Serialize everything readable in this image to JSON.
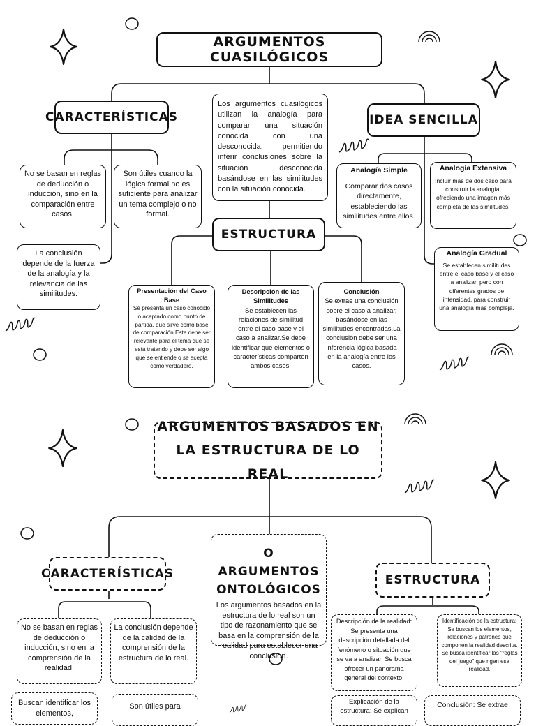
{
  "section1": {
    "title": "ARGUMENTOS CUASILÓGICOS",
    "caracteristicas": {
      "title": "CARACTERÍSTICAS",
      "items": [
        "No se basan en reglas de deducción o inducción, sino en la comparación entre casos.",
        "Son útiles cuando la lógica formal no es suficiente para analizar un tema complejo o no formal.",
        "La conclusión depende de la fuerza de la analogía y la relevancia de las similitudes."
      ]
    },
    "definition": "Los argumentos cuasilógicos utilizan la analogía para comparar una situación conocida con una desconocida, permitiendo inferir conclusiones sobre la situación desconocida basándose en las similitudes con la situación conocida.",
    "idea": {
      "title": "IDEA SENCILLA",
      "items": [
        {
          "heading": "Analogía Simple",
          "text": "Comparar dos casos directamente, estableciendo las similitudes entre ellos."
        },
        {
          "heading": "Analogía Extensiva",
          "text": "Incluir más de dos caso para construir la analogía, ofreciendo una imagen más completa de las similitudes."
        },
        {
          "heading": "Analogía Gradual",
          "text": "Se establecen similitudes entre el caso base y el caso a analizar, pero con diferentes grados de intensidad, para construir una analogía más compleja."
        }
      ]
    },
    "estructura": {
      "title": "ESTRUCTURA",
      "items": [
        {
          "heading": "Presentación del Caso Base",
          "text": "Se presenta un caso conocido o aceptado como punto de partida, que sirve como base de comparación.Este debe ser relevante para el tema que se está tratando y debe ser algo que se entiende o se acepta como verdadero."
        },
        {
          "heading": "Descripción de las Similitudes",
          "text": "Se establecen las relaciones de similitud entre el caso base y el caso a analizar.Se debe identificar qué elementos o características comparten ambos casos."
        },
        {
          "heading": "Conclusión",
          "text": "Se extrae una conclusión sobre el caso a analizar, basándose en las similitudes encontradas.La conclusión debe ser una inferencia lógica basada en la analogía entre los casos."
        }
      ]
    }
  },
  "section2": {
    "title_line1": "ARGUMENTOS BASADOS EN",
    "title_line2": "LA ESTRUCTURA DE LO REAL",
    "caracteristicas": {
      "title": "CARACTERÍSTICAS",
      "items": [
        "No se basan en reglas de deducción o inducción, sino en la comprensión de la realidad.",
        "La conclusión depende de la calidad de la comprensión de la estructura de lo real.",
        "Buscan identificar los elementos,",
        "Son útiles para"
      ]
    },
    "ontologicos": {
      "title_line1": "O ARGUMENTOS",
      "title_line2": "ONTOLÓGICOS",
      "text": "Los argumentos basados en la estructura de lo real son un tipo de razonamiento que se basa en la comprensión de la realidad para establecer una conclusión."
    },
    "estructura": {
      "title": "ESTRUCTURA",
      "items": [
        "Descripción de la realidad: Se presenta una descripción detallada del fenómeno o situación que se va a analizar. Se busca ofrecer un panorama general del contexto.",
        "Identificación de la estructura: Se buscan los elementos, relaciones y patrones que componen la realidad descrita. Se busca identificar las \"reglas del juego\" que rigen esa realidad.",
        "Explicación de la estructura: Se explican",
        "Conclusión: Se extrae"
      ]
    }
  }
}
